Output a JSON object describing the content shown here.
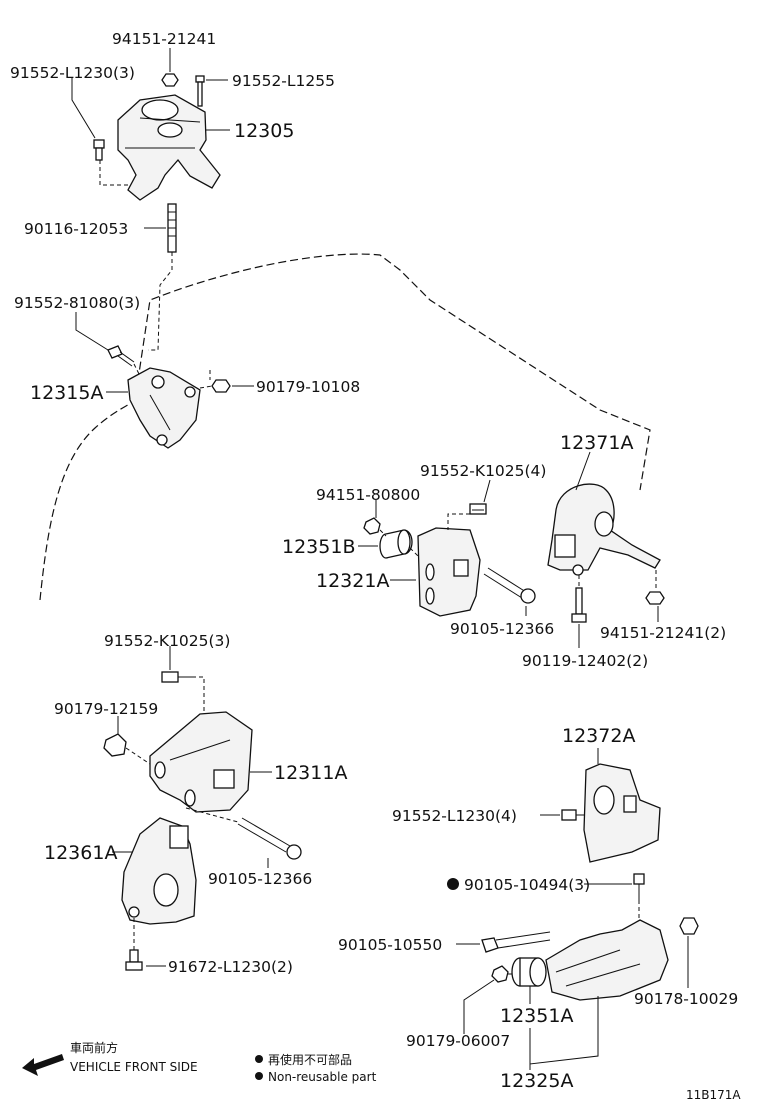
{
  "diagram": {
    "labels": {
      "p94151_21241_top": "94151-21241",
      "p91552_L1230_3": "91552-L1230(3)",
      "p91552_L1255": "91552-L1255",
      "p12305": "12305",
      "p90116_12053": "90116-12053",
      "p91552_81080_3": "91552-81080(3)",
      "p12315A": "12315A",
      "p90179_10108": "90179-10108",
      "p12371A": "12371A",
      "p91552_K1025_4": "91552-K1025(4)",
      "p94151_80800": "94151-80800",
      "p12351B": "12351B",
      "p12321A": "12321A",
      "p90105_12366_right": "90105-12366",
      "p94151_21241_2": "94151-21241(2)",
      "p90119_12402_2": "90119-12402(2)",
      "p91552_K1025_3": "91552-K1025(3)",
      "p90179_12159": "90179-12159",
      "p12311A": "12311A",
      "p12361A": "12361A",
      "p90105_12366_left": "90105-12366",
      "p91672_L1230_2": "91672-L1230(2)",
      "p12372A": "12372A",
      "p91552_L1230_4": "91552-L1230(4)",
      "p90105_10494_3": "90105-10494(3)",
      "p90105_10550": "90105-10550",
      "p90178_10029": "90178-10029",
      "p12351A": "12351A",
      "p90179_06007": "90179-06007",
      "p12325A": "12325A"
    },
    "legend": {
      "direction_jp": "車両前方",
      "direction_en": "VEHICLE FRONT SIDE",
      "nonreusable_jp": "再使用不可部品",
      "nonreusable_en": "Non-reusable part"
    },
    "figure_code": "11B171A"
  }
}
